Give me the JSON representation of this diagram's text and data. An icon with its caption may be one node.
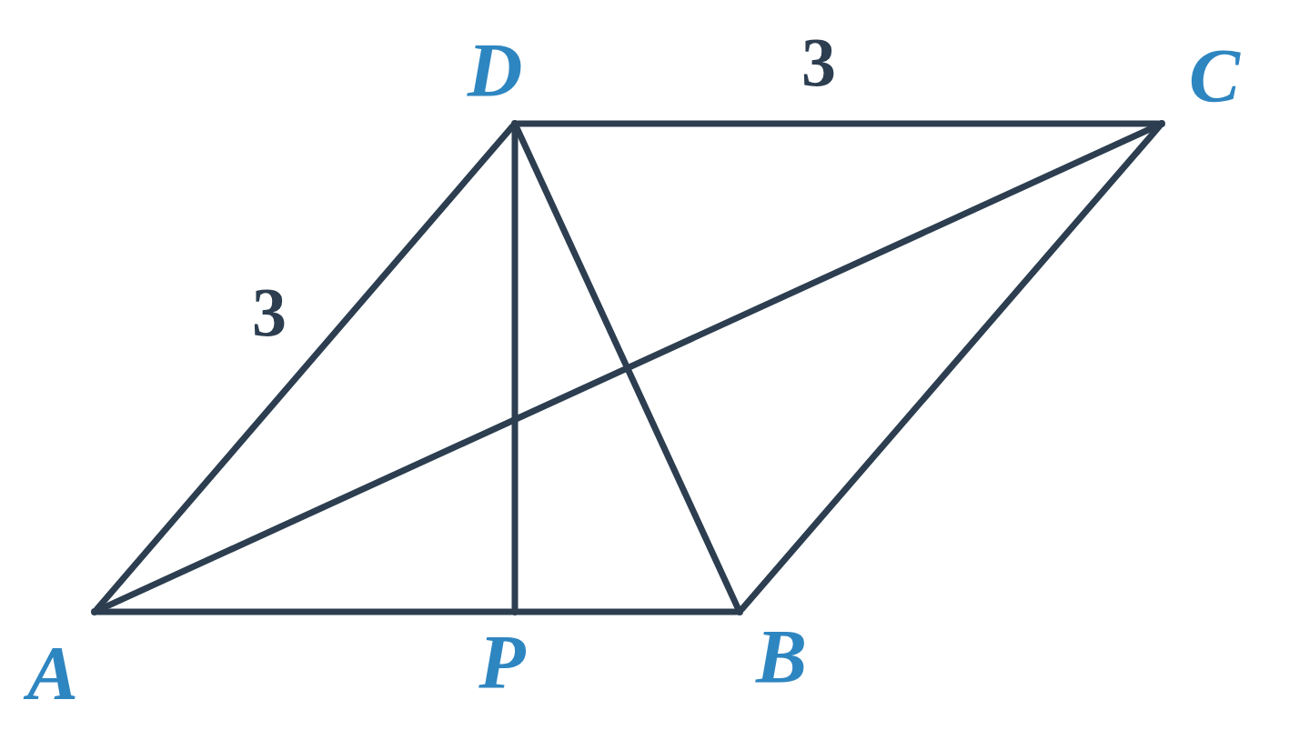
{
  "diagram": {
    "nodes": [
      {
        "text": [
          "A"
        ]
      },
      {
        "text": [
          "D"
        ]
      },
      {
        "text": [
          "C"
        ]
      },
      {
        "text": [
          "P"
        ]
      },
      {
        "text": [
          "B"
        ]
      }
    ],
    "edges": [
      {
        "from": 0,
        "to": 1,
        "arrow": "none"
      },
      {
        "from": 1,
        "to": 2,
        "arrow": "none"
      },
      {
        "from": 2,
        "to": 4,
        "arrow": "none"
      },
      {
        "from": 0,
        "to": 3,
        "arrow": "none"
      },
      {
        "from": 3,
        "to": 4,
        "arrow": "none"
      },
      {
        "from": 0,
        "to": 2,
        "arrow": "none"
      },
      {
        "from": 1,
        "to": 4,
        "arrow": "none"
      },
      {
        "from": 1,
        "to": 3,
        "arrow": "none"
      }
    ],
    "labels": [
      "3",
      "3"
    ]
  }
}
